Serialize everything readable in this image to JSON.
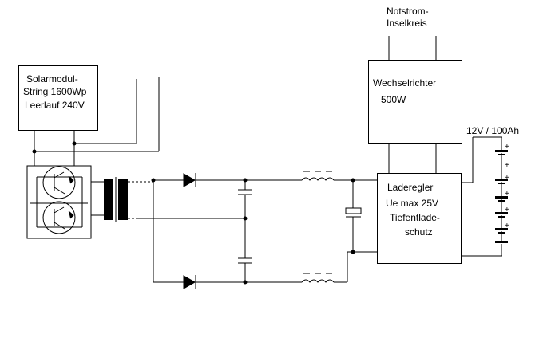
{
  "emergency": {
    "line1": "Notstrom-",
    "line2": "Inselkreis"
  },
  "solar": {
    "line1": "Solarmodul-",
    "line2": "String 1600Wp",
    "line3": "Leerlauf 240V"
  },
  "inverter": {
    "line1": "Wechselrichter",
    "line2": "500W"
  },
  "charger": {
    "line1": "Laderegler",
    "line2": "Ue max 25V",
    "line3": "Tiefentlade-",
    "line4": "schutz"
  },
  "battery": {
    "label": "12V / 100Ah",
    "plus": "+"
  }
}
